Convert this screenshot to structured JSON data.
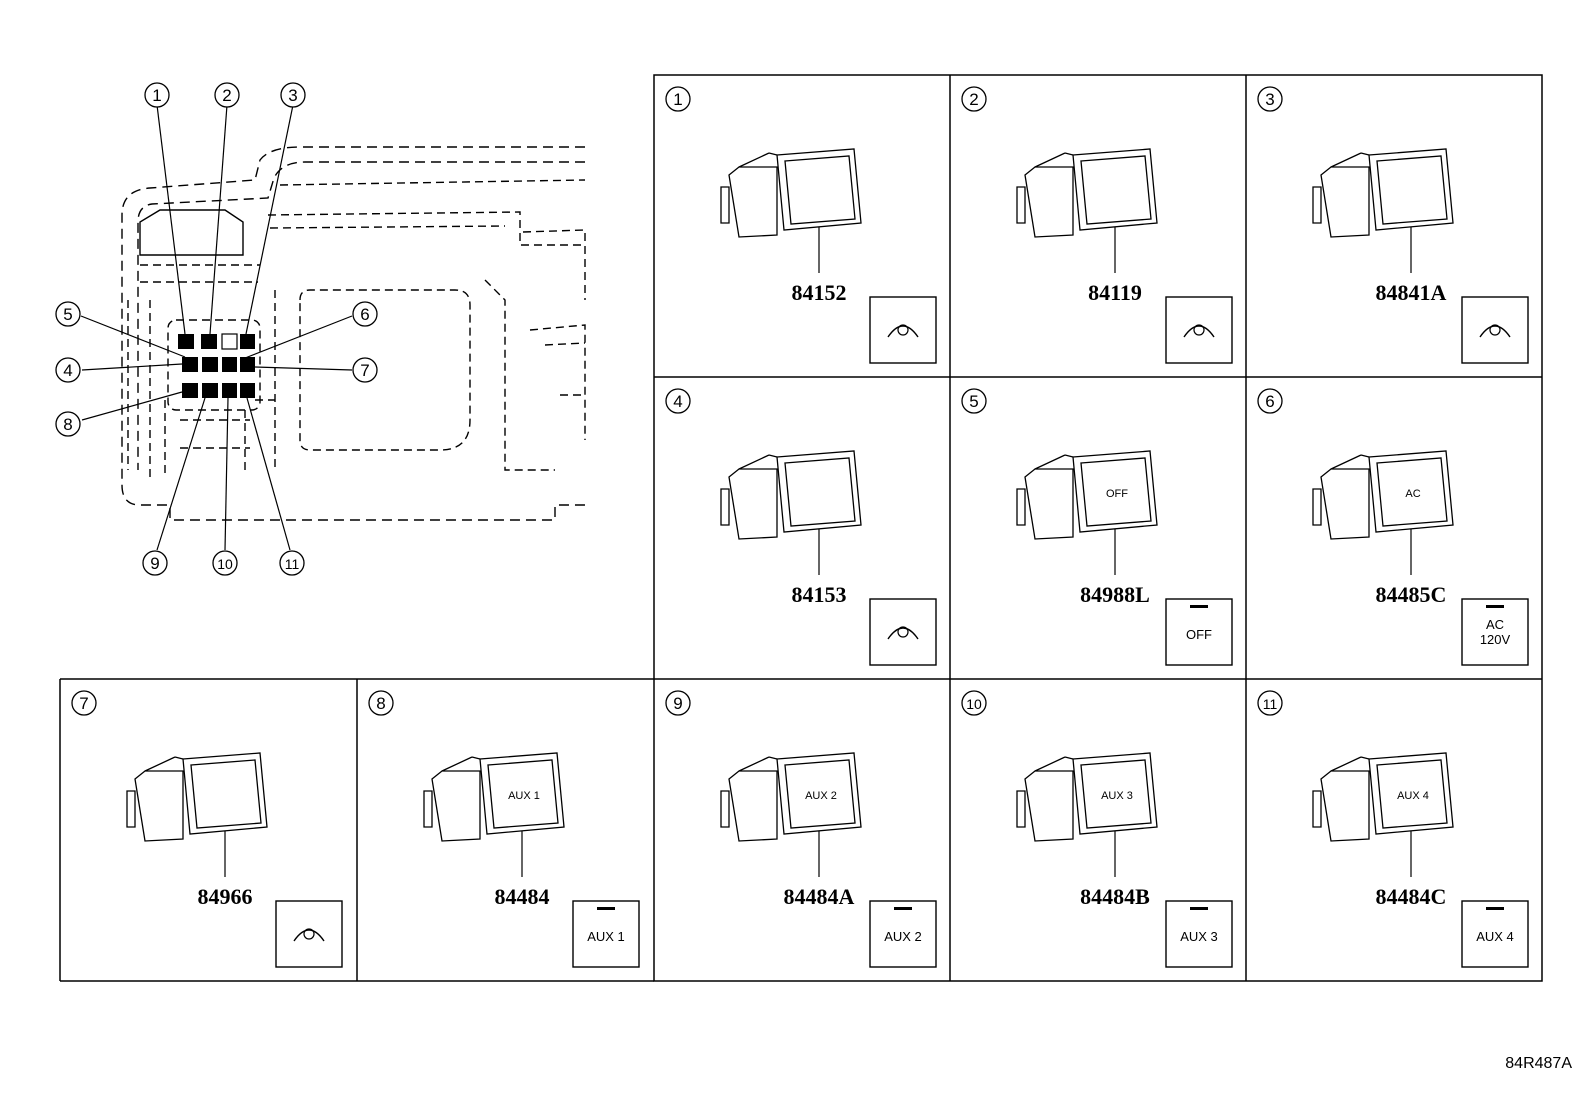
{
  "diagram": {
    "reference_code": "84R487A",
    "callouts": [
      "1",
      "2",
      "3",
      "4",
      "5",
      "6",
      "7",
      "8",
      "9",
      "10",
      "11"
    ],
    "panels": [
      {
        "number": "1",
        "part": "84152",
        "icon": "dimmer-wheel-icon",
        "label": ""
      },
      {
        "number": "2",
        "part": "84119",
        "icon": "headlamp-leveling-icon",
        "label": ""
      },
      {
        "number": "3",
        "part": "84841A",
        "icon": "fuel-door-icon",
        "label": ""
      },
      {
        "number": "4",
        "part": "84153",
        "icon": "auto-high-beam-icon",
        "label": ""
      },
      {
        "number": "5",
        "part": "84988L",
        "icon": "traction-control-off-icon",
        "label": "OFF"
      },
      {
        "number": "6",
        "part": "84485C",
        "icon": "ac-outlet-icon",
        "label": "AC\n120V"
      },
      {
        "number": "7",
        "part": "84966",
        "icon": "vehicle-body-icon",
        "label": ""
      },
      {
        "number": "8",
        "part": "84484",
        "icon": "aux-icon",
        "label": "AUX 1"
      },
      {
        "number": "9",
        "part": "84484A",
        "icon": "aux-icon",
        "label": "AUX 2"
      },
      {
        "number": "10",
        "part": "84484B",
        "icon": "aux-icon",
        "label": "AUX 3"
      },
      {
        "number": "11",
        "part": "84484C",
        "icon": "aux-icon",
        "label": "AUX 4"
      }
    ]
  }
}
